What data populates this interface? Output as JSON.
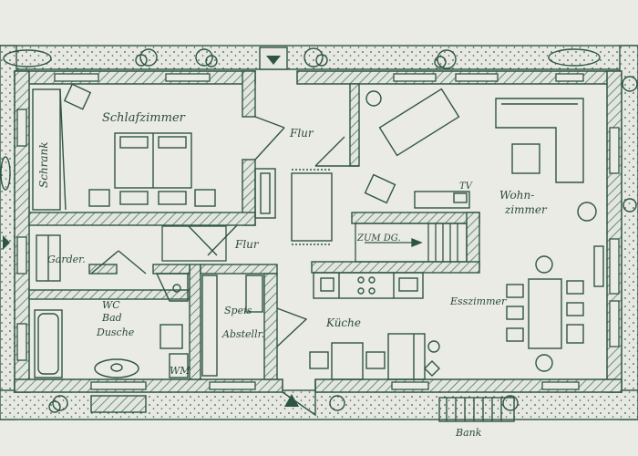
{
  "colors": {
    "paper": "#ebebe6",
    "ink": "#2f5541",
    "hatch": "#4f7a62"
  },
  "rooms": {
    "schlafzimmer": "Schlafzimmer",
    "schrank": "Schrank",
    "flur_upper": "Flur",
    "flur_lower": "Flur",
    "wohnzimmer_1": "Wohn-",
    "wohnzimmer_2": "zimmer",
    "tv": "TV",
    "zum_dg": "ZUM DG.",
    "garderobe": "Garder.",
    "wc_1": "WC",
    "wc_2": "Bad",
    "wc_3": "Dusche",
    "spais_1": "Speis",
    "spais_2": "Abstellr.",
    "kueche": "Küche",
    "esszimmer": "Esszimmer",
    "wm": "WM",
    "bank": "Bank"
  }
}
